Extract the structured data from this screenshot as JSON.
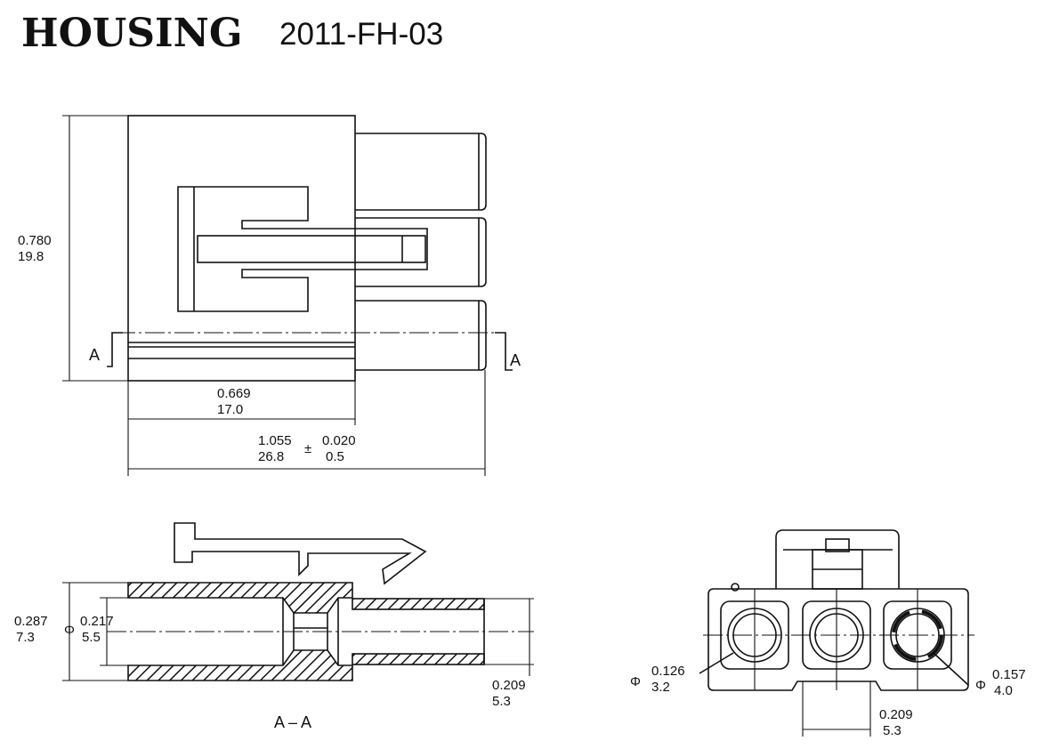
{
  "title": {
    "name": "HOUSING",
    "part_number": "2011-FH-03"
  },
  "top_view": {
    "height_in": "0.780",
    "height_mm": "19.8",
    "body_width_in": "0.669",
    "body_width_mm": "17.0",
    "overall_length_in": "1.055",
    "overall_length_mm": "26.8",
    "plus_minus": "±",
    "tolerance_in": "0.020",
    "tolerance_mm": "0.5",
    "section_marker": "A"
  },
  "section_view": {
    "label": "A – A",
    "outer_dia_in": "0.287",
    "outer_dia_mm": "7.3",
    "phi": "Φ",
    "inner_dia_in": "0.217",
    "inner_dia_mm": "5.5",
    "pin_width_in": "0.209",
    "pin_width_mm": "5.3"
  },
  "end_view": {
    "phi_left": "Φ",
    "small_hole_in": "0.126",
    "small_hole_mm": "3.2",
    "phi_right": "Φ",
    "large_hole_in": "0.157",
    "large_hole_mm": "4.0",
    "pitch_in": "0.209",
    "pitch_mm": "5.3"
  }
}
